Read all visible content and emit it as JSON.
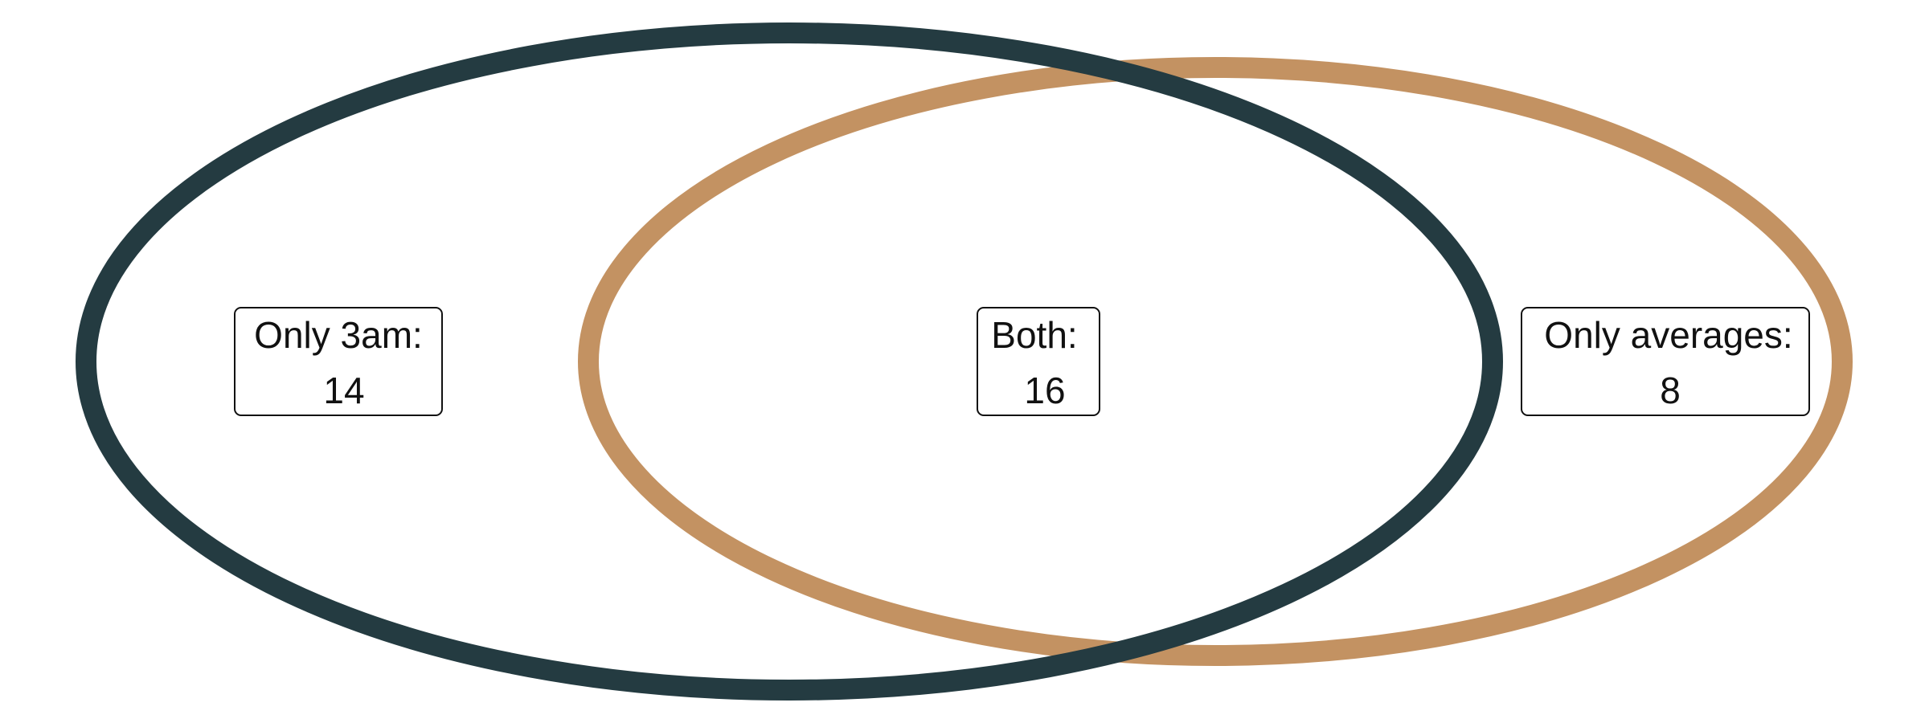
{
  "venn": {
    "sets": [
      {
        "key": "3am",
        "color": "#243b41"
      },
      {
        "key": "averages",
        "color": "#c39262"
      }
    ],
    "regions": {
      "only_3am": {
        "label": "Only 3am:",
        "count": "14"
      },
      "both": {
        "label": "Both:",
        "count": "16"
      },
      "only_averages": {
        "label": "Only averages:",
        "count": "8"
      }
    }
  }
}
